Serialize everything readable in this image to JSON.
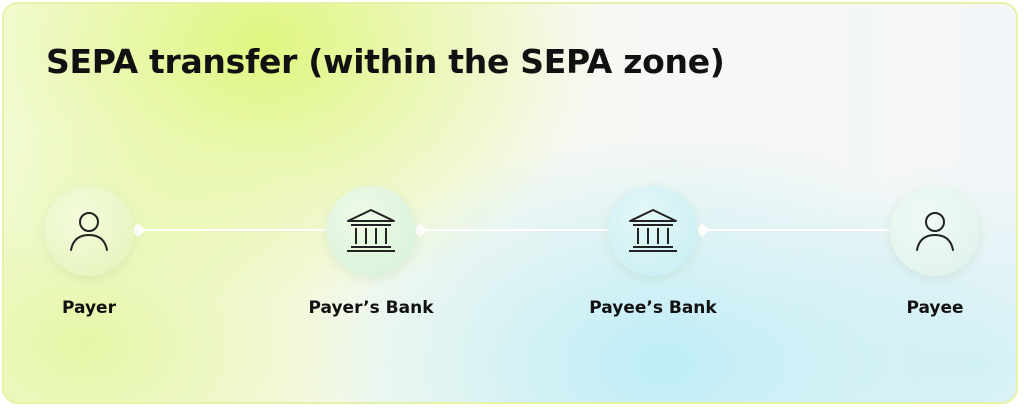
{
  "title": "SEPA transfer (within the SEPA zone)",
  "steps": [
    {
      "label": "Payer",
      "icon": "person-icon"
    },
    {
      "label": "Payer’s Bank",
      "icon": "bank-icon"
    },
    {
      "label": "Payee’s Bank",
      "icon": "bank-icon"
    },
    {
      "label": "Payee",
      "icon": "person-icon"
    }
  ],
  "colors": {
    "node_green": "#eaf7c8",
    "node_mint": "#dcf6e4",
    "node_cyan": "#d2f2f6",
    "node_ice": "#e3f5ee",
    "text": "#111111",
    "connector": "#ffffff"
  }
}
